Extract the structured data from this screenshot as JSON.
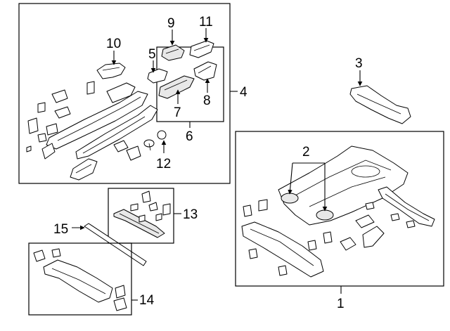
{
  "callouts": {
    "c1": "1",
    "c2": "2",
    "c3": "3",
    "c4": "4",
    "c5": "5",
    "c6": "6",
    "c7": "7",
    "c8": "8",
    "c9": "9",
    "c10": "10",
    "c11": "11",
    "c12": "12",
    "c13": "13",
    "c14": "14",
    "c15": "15"
  },
  "colors": {
    "line": "#000000",
    "background": "#ffffff",
    "part_shade": "#e8e8e8"
  }
}
